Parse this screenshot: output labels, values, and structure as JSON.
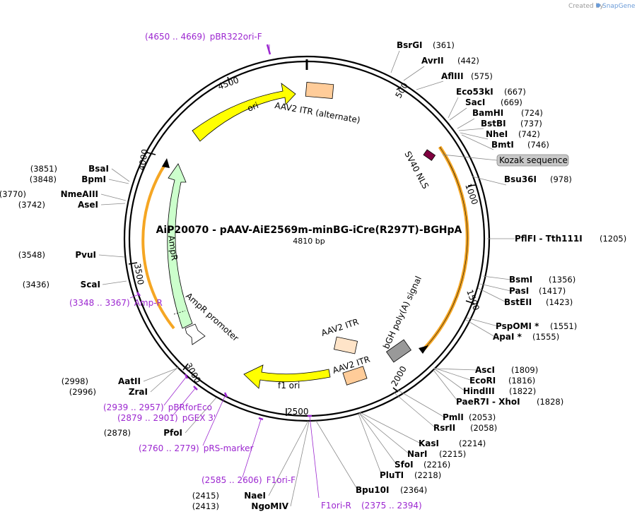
{
  "credit": {
    "prefix": "Created by",
    "brand": "SnapGene"
  },
  "title": "AiP20070 - pAAV-AiE2569m-minBG-iCre(R297T)-BGHpA",
  "length_label": "4810 bp",
  "ticks": [
    "500",
    "1000",
    "1500",
    "2000",
    "2500",
    "3000",
    "3500",
    "4000",
    "4500"
  ],
  "features": {
    "ori": "ori",
    "itr_alt": "AAV2 ITR (alternate)",
    "sv40": "SV40 NLS",
    "kozak": "Kozak sequence",
    "bgh": "bGH poly(A) signal",
    "itr_a": "AAV2 ITR",
    "itr_b": "AAV2 ITR",
    "f1ori": "f1 ori",
    "ampr": "AmpR",
    "ampr_promoter": "AmpR promoter"
  },
  "sites": [
    {
      "name": "BsrGI",
      "pos": "(361)"
    },
    {
      "name": "AvrII",
      "pos": "(442)"
    },
    {
      "name": "AflIII",
      "pos": "(575)"
    },
    {
      "name": "Eco53kI",
      "pos": "(667)"
    },
    {
      "name": "SacI",
      "pos": "(669)"
    },
    {
      "name": "BamHI",
      "pos": "(724)"
    },
    {
      "name": "BstBI",
      "pos": "(737)"
    },
    {
      "name": "NheI",
      "pos": "(742)"
    },
    {
      "name": "BmtI",
      "pos": "(746)"
    },
    {
      "name": "Bsu36I",
      "pos": "(978)"
    },
    {
      "name": "PflFI  - Tth111I",
      "pos": "(1205)"
    },
    {
      "name": "BsmI",
      "pos": "(1356)"
    },
    {
      "name": "PasI",
      "pos": "(1417)"
    },
    {
      "name": "BstEII",
      "pos": "(1423)"
    },
    {
      "name": "PspOMI *",
      "pos": "(1551)"
    },
    {
      "name": "ApaI *",
      "pos": "(1555)"
    },
    {
      "name": "AscI",
      "pos": "(1809)"
    },
    {
      "name": "EcoRI",
      "pos": "(1816)"
    },
    {
      "name": "HindIII",
      "pos": "(1822)"
    },
    {
      "name": "PaeR7I  - XhoI",
      "pos": "(1828)"
    },
    {
      "name": "PmlI",
      "pos": "(2053)"
    },
    {
      "name": "RsrII",
      "pos": "(2058)"
    },
    {
      "name": "KasI",
      "pos": "(2214)"
    },
    {
      "name": "NarI",
      "pos": "(2215)"
    },
    {
      "name": "SfoI",
      "pos": "(2216)"
    },
    {
      "name": "PluTI",
      "pos": "(2218)"
    },
    {
      "name": "Bpu10I",
      "pos": "(2364)"
    },
    {
      "name": "NaeI",
      "pos": "(2415)"
    },
    {
      "name": "NgoMIV",
      "pos": "(2413)"
    },
    {
      "name": "PfoI",
      "pos": "(2878)"
    },
    {
      "name": "ZraI",
      "pos": "(2996)"
    },
    {
      "name": "AatII",
      "pos": "(2998)"
    },
    {
      "name": "ScaI",
      "pos": "(3436)"
    },
    {
      "name": "PvuI",
      "pos": "(3548)"
    },
    {
      "name": "AseI",
      "pos": "(3742)"
    },
    {
      "name": "NmeAIII",
      "pos": "(3770)"
    },
    {
      "name": "BpmI",
      "pos": "(3848)"
    },
    {
      "name": "BsaI",
      "pos": "(3851)"
    }
  ],
  "primers": [
    {
      "name": "pBR322ori-F",
      "range": "(4650 .. 4669)"
    },
    {
      "name": "Amp-R",
      "range": "(3348 .. 3367)"
    },
    {
      "name": "pBRforEco",
      "range": "(2939 .. 2957)"
    },
    {
      "name": "pGEX 3'",
      "range": "(2879 .. 2901)"
    },
    {
      "name": "pRS-marker",
      "range": "(2760 .. 2779)"
    },
    {
      "name": "F1ori-F",
      "range": "(2585 .. 2606)"
    },
    {
      "name": "F1ori-R",
      "range": "(2375 .. 2394)"
    }
  ],
  "colors": {
    "ori": "#ffff00",
    "itr": "#ffcc99",
    "itr_light": "#ffe4c8",
    "ampr": "#ccffcc",
    "cds_orange": "#f5a623",
    "primer": "#9c27d0",
    "bgh": "#999999",
    "sv40": "#800040",
    "kozak": "#c0c0c0"
  }
}
